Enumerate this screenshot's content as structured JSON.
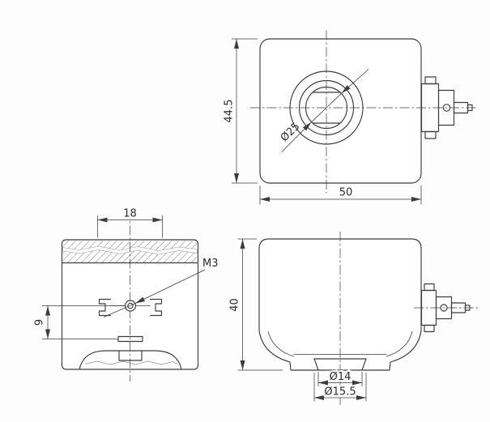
{
  "colors": {
    "line": "#3c3c3c",
    "background": "#fdfdfd",
    "text": "#2b2b2b"
  },
  "views": {
    "top": {
      "dims": {
        "height": "44.5",
        "width": "50",
        "bore": "Ø25"
      }
    },
    "front": {
      "dims": {
        "slot_spacing": "18",
        "thread": "M3",
        "hole_offset": "9"
      }
    },
    "side": {
      "dims": {
        "height": "40",
        "inner_diameter": "Ø14",
        "outer_diameter": "Ø15.5"
      }
    }
  }
}
